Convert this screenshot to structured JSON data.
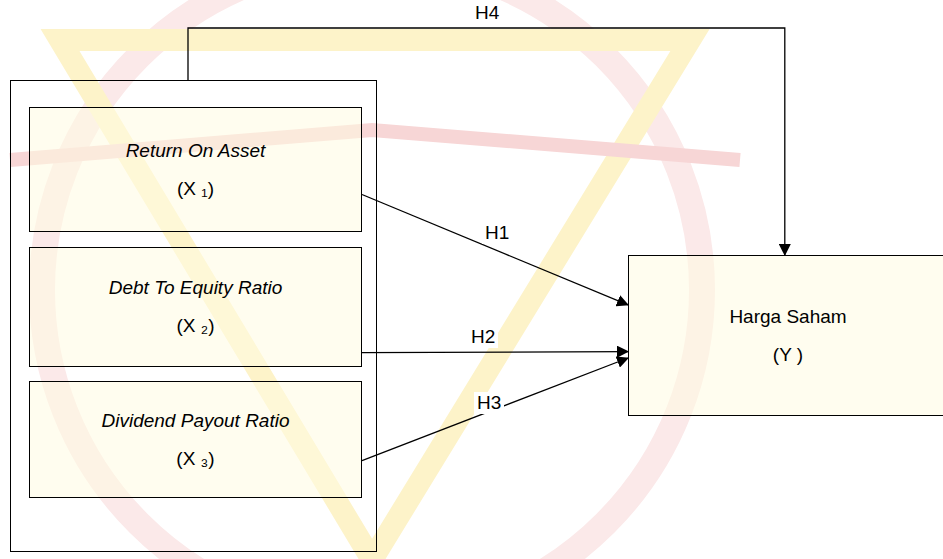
{
  "diagram": {
    "nodes": [
      {
        "text": []
      },
      {
        "text": [
          "Return On Asset",
          "(X ₁)"
        ],
        "in": 0
      },
      {
        "text": [
          "Debt To Equity Ratio",
          "(X ₂)"
        ],
        "in": 0
      },
      {
        "text": [
          "Dividend Payout Ratio",
          "(X ₃)"
        ],
        "in": 0
      },
      {
        "text": [
          "Harga Saham",
          "(Y )"
        ]
      }
    ],
    "edges": [
      {
        "from": 1,
        "to": 4,
        "label": "H1",
        "arrow": "to"
      },
      {
        "from": 2,
        "to": 4,
        "label": "H2",
        "arrow": "to"
      },
      {
        "from": 3,
        "to": 4,
        "label": "H3",
        "arrow": "to"
      },
      {
        "from": 0,
        "to": 4,
        "label": "H4",
        "arrow": "to"
      }
    ]
  }
}
